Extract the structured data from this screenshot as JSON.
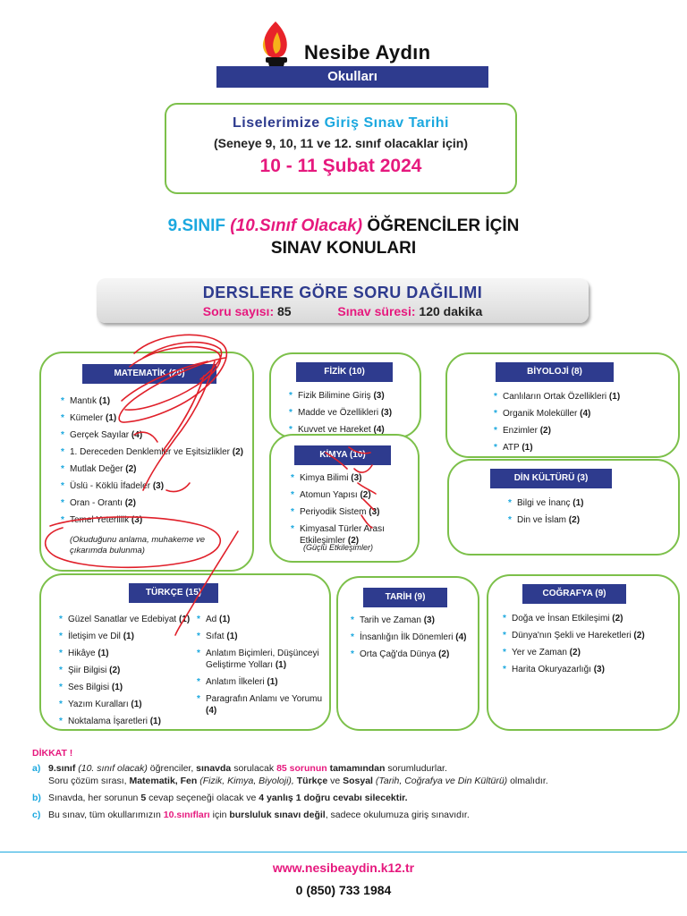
{
  "brand": {
    "name": "Nesibe Aydın",
    "subtitle": "Okulları",
    "colors": {
      "navy": "#2e3b8e",
      "cyan": "#1ba8df",
      "magenta": "#e6197e",
      "green": "#7cc04a"
    }
  },
  "exam": {
    "title_part1": "Liselerimize ",
    "title_part2": "Giriş Sınav Tarihi",
    "subtitle": "(Seneye 9, 10, 11 ve 12. sınıf olacaklar için)",
    "date": "10 - 11 Şubat 2024"
  },
  "grade": {
    "part1": "9.SINIF ",
    "part2": "(10.Sınıf Olacak)",
    "part3": " ÖĞRENCİLER İÇİN",
    "line2": "SINAV KONULARI"
  },
  "distribution": {
    "title": "DERSLERE GÖRE SORU DAĞILIMI",
    "count_label": "Soru sayısı:",
    "count_value": " 85",
    "duration_label": "Sınav süresi:",
    "duration_value": " 120 dakika"
  },
  "subjects": {
    "matematik": {
      "title": "MATEMATİK (20)",
      "items": [
        {
          "t": "Mantık ",
          "n": "(1)"
        },
        {
          "t": "Kümeler ",
          "n": "(1)"
        },
        {
          "t": "Gerçek Sayılar ",
          "n": "(4)"
        },
        {
          "t": "1. Dereceden Denklemler ve Eşitsizlikler ",
          "n": "(2)"
        },
        {
          "t": "Mutlak Değer ",
          "n": "(2)"
        },
        {
          "t": "Üslü - Köklü İfadeler ",
          "n": "(3)"
        },
        {
          "t": "Oran - Orantı ",
          "n": "(2)"
        },
        {
          "t": "Temel Yeterlilik ",
          "n": "(3)"
        }
      ],
      "note": "(Okuduğunu anlama, muhakeme ve çıkarımda bulunma)"
    },
    "fizik": {
      "title": "FİZİK (10)",
      "items": [
        {
          "t": "Fizik Bilimine Giriş ",
          "n": "(3)"
        },
        {
          "t": "Madde ve Özellikleri ",
          "n": "(3)"
        },
        {
          "t": "Kuvvet ve Hareket ",
          "n": "(4)"
        }
      ]
    },
    "kimya": {
      "title": "KİMYA (10)",
      "items": [
        {
          "t": "Kimya Bilimi ",
          "n": "(3)"
        },
        {
          "t": "Atomun Yapısı ",
          "n": "(2)"
        },
        {
          "t": "Periyodik Sistem ",
          "n": "(3)"
        },
        {
          "t": "Kimyasal Türler Arası Etkileşimler ",
          "n": "(2)"
        }
      ],
      "note": "(Güçlü Etkileşimler)"
    },
    "biyoloji": {
      "title": "BİYOLOJİ (8)",
      "items": [
        {
          "t": "Canlıların Ortak Özellikleri ",
          "n": "(1)"
        },
        {
          "t": "Organik Moleküller ",
          "n": "(4)"
        },
        {
          "t": "Enzimler ",
          "n": "(2)"
        },
        {
          "t": "ATP ",
          "n": "(1)"
        }
      ]
    },
    "din": {
      "title": "DİN KÜLTÜRÜ (3)",
      "items": [
        {
          "t": "Bilgi ve İnanç  ",
          "n": "(1)"
        },
        {
          "t": "Din ve İslam ",
          "n": "(2)"
        }
      ]
    },
    "turkce": {
      "title": "TÜRKÇE (15)",
      "items_left": [
        {
          "t": "Güzel Sanatlar ve Edebiyat ",
          "n": "(1)"
        },
        {
          "t": "İletişim ve Dil ",
          "n": "(1)"
        },
        {
          "t": "Hikâye ",
          "n": "(1)"
        },
        {
          "t": "Şiir Bilgisi ",
          "n": "(2)"
        },
        {
          "t": "Ses Bilgisi ",
          "n": "(1)"
        },
        {
          "t": "Yazım Kuralları ",
          "n": "(1)"
        },
        {
          "t": "Noktalama İşaretleri ",
          "n": "(1)"
        }
      ],
      "items_right": [
        {
          "t": "Ad ",
          "n": "(1)"
        },
        {
          "t": "Sıfat ",
          "n": "(1)"
        },
        {
          "t": "Anlatım Biçimleri, Düşünceyi Geliştirme Yolları ",
          "n": "(1)"
        },
        {
          "t": "Anlatım İlkeleri ",
          "n": "(1)"
        },
        {
          "t": "Paragrafın Anlamı ve Yorumu ",
          "n": "(4)"
        }
      ]
    },
    "tarih": {
      "title": "TARİH (9)",
      "items": [
        {
          "t": "Tarih ve Zaman ",
          "n": "(3)"
        },
        {
          "t": "İnsanlığın İlk Dönemleri ",
          "n": "(4)"
        },
        {
          "t": "Orta Çağ'da Dünya  ",
          "n": "(2)"
        }
      ]
    },
    "cografya": {
      "title": "COĞRAFYA (9)",
      "items": [
        {
          "t": "Doğa ve İnsan Etkileşimi  ",
          "n": "(2)"
        },
        {
          "t": "Dünya'nın Şekli ve Hareketleri ",
          "n": "(2)"
        },
        {
          "t": "Yer ve Zaman ",
          "n": "(2)"
        },
        {
          "t": "Harita Okuryazarlığı ",
          "n": "(3)"
        }
      ]
    }
  },
  "notice": {
    "title": "DİKKAT !",
    "a_letter": "a)",
    "a_grade": "9.sınıf",
    "a_grade_note": " (10. sınıf olacak)",
    "a_text1": " öğrenciler, ",
    "a_exam": "sınavda",
    "a_text2": " sorulacak ",
    "a_count": "85 sorunun",
    "a_text3": " ",
    "a_all": "tamamından",
    "a_text4": " sorumludurlar.",
    "a2_text1": "Soru çözüm sırası, ",
    "a2_group1": "Matematik, Fen",
    "a2_group1_note": " (Fizik, Kimya, Biyoloji), ",
    "a2_group2": "Türkçe",
    "a2_text2": " ve ",
    "a2_group3": "Sosyal",
    "a2_group3_note": " (Tarih, Coğrafya ve Din Kültürü)",
    "a2_text3": " olmalıdır.",
    "b_letter": "b)",
    "b_text1": "Sınavda, her sorunun ",
    "b_count": "5",
    "b_text2": " cevap seçeneği olacak ve ",
    "b_rule": "4 yanlış 1 doğru cevabı silecektir.",
    "c_letter": "c)",
    "c_text1": "Bu sınav, tüm okullarımızın ",
    "c_grade": "10.sınıfları",
    "c_text2": " için ",
    "c_not": "bursluluk sınavı değil",
    "c_text3": ", sadece okulumuza giriş sınavıdır."
  },
  "footer": {
    "website": "www.nesibeaydin.k12.tr",
    "phone": "0 (850) 733 1984"
  }
}
